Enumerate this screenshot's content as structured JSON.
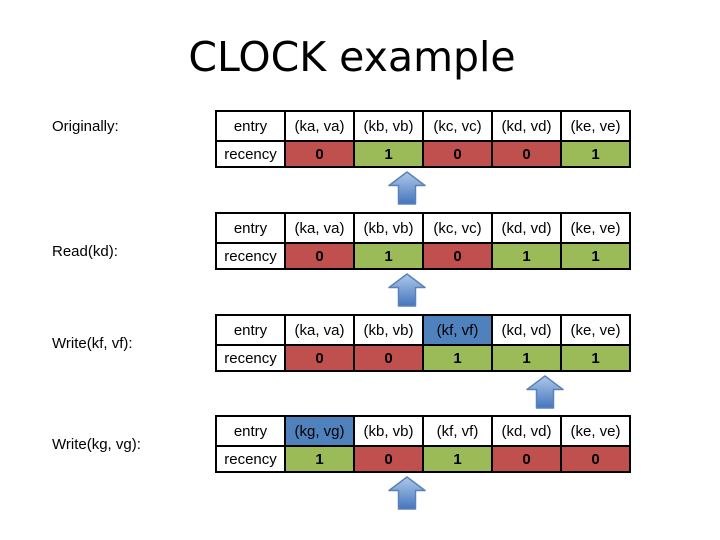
{
  "title": "CLOCK example",
  "colors": {
    "title_text": "#000000",
    "table_border": "#000000",
    "red_cell": "#C0504D",
    "red_cell_text": "#8E3634",
    "green_cell": "#9BBB59",
    "green_cell_text": "#141414",
    "blue_cell": "#4F81BD",
    "arrow_fill_top": "#AEC9EA",
    "arrow_fill_bottom": "#4575BE",
    "arrow_border": "#5B82B8"
  },
  "icons": {
    "clock_hand": "up-block-arrow-icon"
  },
  "tables": [
    {
      "label": "Originally:",
      "row_headers": {
        "entry": "entry",
        "recency": "recency"
      },
      "columns": [
        {
          "entry": "(ka, va)",
          "highlighted": false,
          "recency": "0"
        },
        {
          "entry": "(kb, vb)",
          "highlighted": false,
          "recency": "1"
        },
        {
          "entry": "(kc, vc)",
          "highlighted": false,
          "recency": "0"
        },
        {
          "entry": "(kd, vd)",
          "highlighted": false,
          "recency": "0"
        },
        {
          "entry": "(ke, ve)",
          "highlighted": false,
          "recency": "1"
        }
      ],
      "clock_hand_column": 1
    },
    {
      "label": "Read(kd):",
      "row_headers": {
        "entry": "entry",
        "recency": "recency"
      },
      "columns": [
        {
          "entry": "(ka, va)",
          "highlighted": false,
          "recency": "0"
        },
        {
          "entry": "(kb, vb)",
          "highlighted": false,
          "recency": "1"
        },
        {
          "entry": "(kc, vc)",
          "highlighted": false,
          "recency": "0"
        },
        {
          "entry": "(kd, vd)",
          "highlighted": false,
          "recency": "1"
        },
        {
          "entry": "(ke, ve)",
          "highlighted": false,
          "recency": "1"
        }
      ],
      "clock_hand_column": 1
    },
    {
      "label": "Write(kf, vf):",
      "row_headers": {
        "entry": "entry",
        "recency": "recency"
      },
      "columns": [
        {
          "entry": "(ka, va)",
          "highlighted": false,
          "recency": "0"
        },
        {
          "entry": "(kb, vb)",
          "highlighted": false,
          "recency": "0"
        },
        {
          "entry": "(kf, vf)",
          "highlighted": true,
          "recency": "1"
        },
        {
          "entry": "(kd, vd)",
          "highlighted": false,
          "recency": "1"
        },
        {
          "entry": "(ke, ve)",
          "highlighted": false,
          "recency": "1"
        }
      ],
      "clock_hand_column": 3
    },
    {
      "label": "Write(kg, vg):",
      "row_headers": {
        "entry": "entry",
        "recency": "recency"
      },
      "columns": [
        {
          "entry": "(kg, vg)",
          "highlighted": true,
          "recency": "1"
        },
        {
          "entry": "(kb, vb)",
          "highlighted": false,
          "recency": "0"
        },
        {
          "entry": "(kf, vf)",
          "highlighted": false,
          "recency": "1"
        },
        {
          "entry": "(kd, vd)",
          "highlighted": false,
          "recency": "0"
        },
        {
          "entry": "(ke, ve)",
          "highlighted": false,
          "recency": "0"
        }
      ],
      "clock_hand_column": 1
    }
  ]
}
